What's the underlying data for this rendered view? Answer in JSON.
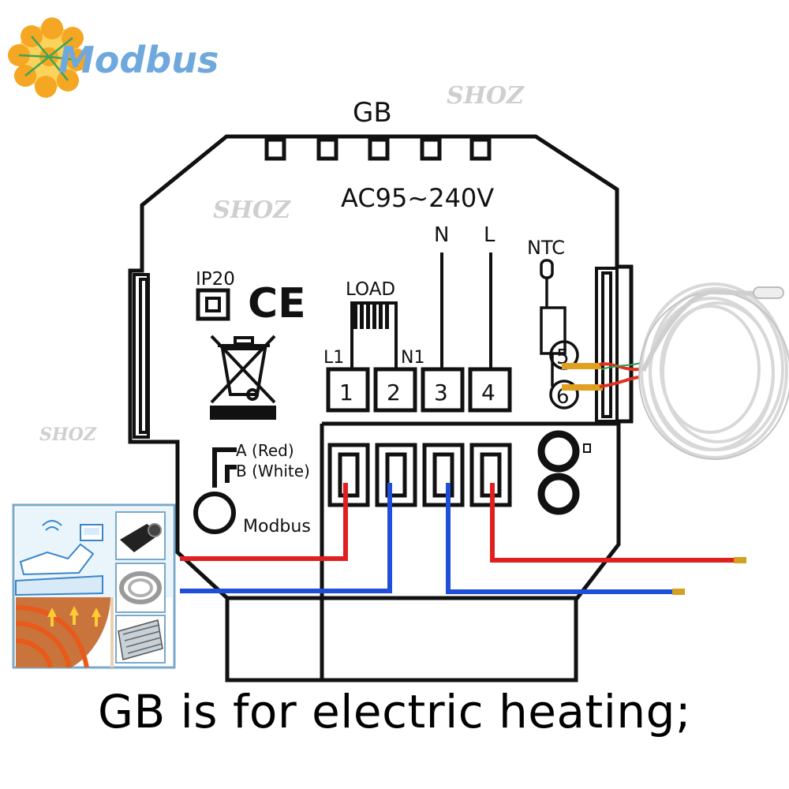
{
  "logo": {
    "text": "Modbus",
    "brand_color": "#6fa8dc",
    "flower_color": "#f5a623"
  },
  "watermark": {
    "text": "SHOZ"
  },
  "device": {
    "model": "GB",
    "voltage": "AC95~240V",
    "ip_rating": "IP20",
    "ce_mark": "CE",
    "load_label": "LOAD",
    "l1_label": "L1",
    "n1_label": "N1",
    "n_label": "N",
    "l_label": "L",
    "ntc_label": "NTC",
    "terminals": [
      "1",
      "2",
      "3",
      "4"
    ],
    "ntc_terminals": [
      "5",
      "6"
    ],
    "modbus_a": "A (Red)",
    "modbus_b": "B (White)",
    "modbus_label": "Modbus"
  },
  "wires": {
    "red": "#e02020",
    "blue": "#1f4fd8"
  },
  "caption": "GB is for electric heating;"
}
